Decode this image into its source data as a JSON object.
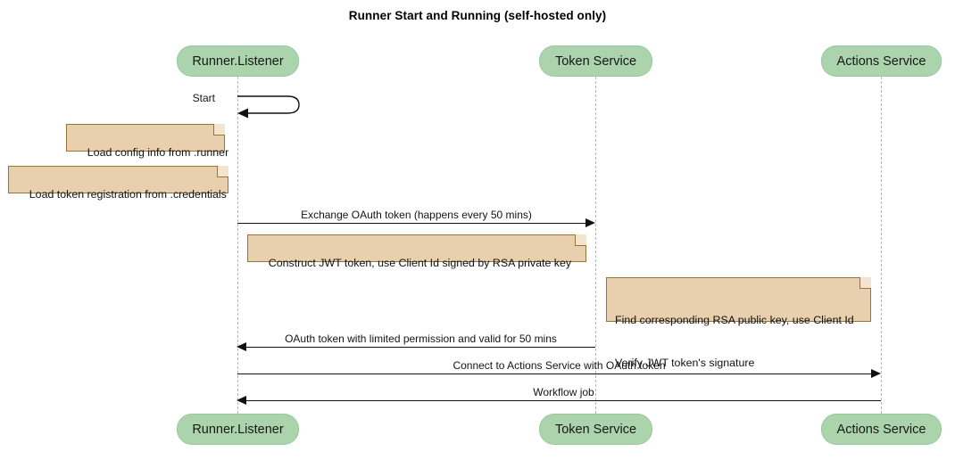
{
  "diagram": {
    "type": "sequence-diagram",
    "title": "Runner Start and Running (self-hosted only)",
    "colors": {
      "participant_fill": "#abd4ad",
      "participant_border": "#9ac79c",
      "note_fill": "#e8cfae",
      "note_border": "#9c7238",
      "lifeline": "#b6b6b6",
      "arrow": "#111111",
      "background": "#ffffff"
    },
    "participants": [
      {
        "id": "runner",
        "label": "Runner.Listener"
      },
      {
        "id": "token",
        "label": "Token Service"
      },
      {
        "id": "actions",
        "label": "Actions Service"
      }
    ],
    "self_messages": [
      {
        "label": "Start",
        "participant": "runner"
      }
    ],
    "notes": [
      {
        "id": "note-load-config",
        "lines": [
          "Load config info from .runner"
        ]
      },
      {
        "id": "note-load-token",
        "lines": [
          "Load token registration from .credentials"
        ]
      },
      {
        "id": "note-construct-jwt",
        "lines": [
          "Construct JWT token, use Client Id signed by RSA private key"
        ]
      },
      {
        "id": "note-verify-jwt",
        "lines": [
          "Find corresponding RSA public key, use Client Id",
          "Verify JWT token's signature"
        ]
      }
    ],
    "messages": [
      {
        "id": "msg-exchange-oauth",
        "label": "Exchange OAuth token (happens every 50 mins)",
        "from": "runner",
        "to": "token",
        "direction": "right"
      },
      {
        "id": "msg-oauth-token",
        "label": "OAuth token with limited permission and valid for 50 mins",
        "from": "token",
        "to": "runner",
        "direction": "left"
      },
      {
        "id": "msg-connect-actions",
        "label": "Connect to Actions Service with OAuth token",
        "from": "runner",
        "to": "actions",
        "direction": "right"
      },
      {
        "id": "msg-workflow-job",
        "label": "Workflow job",
        "from": "actions",
        "to": "runner",
        "direction": "left"
      }
    ]
  }
}
